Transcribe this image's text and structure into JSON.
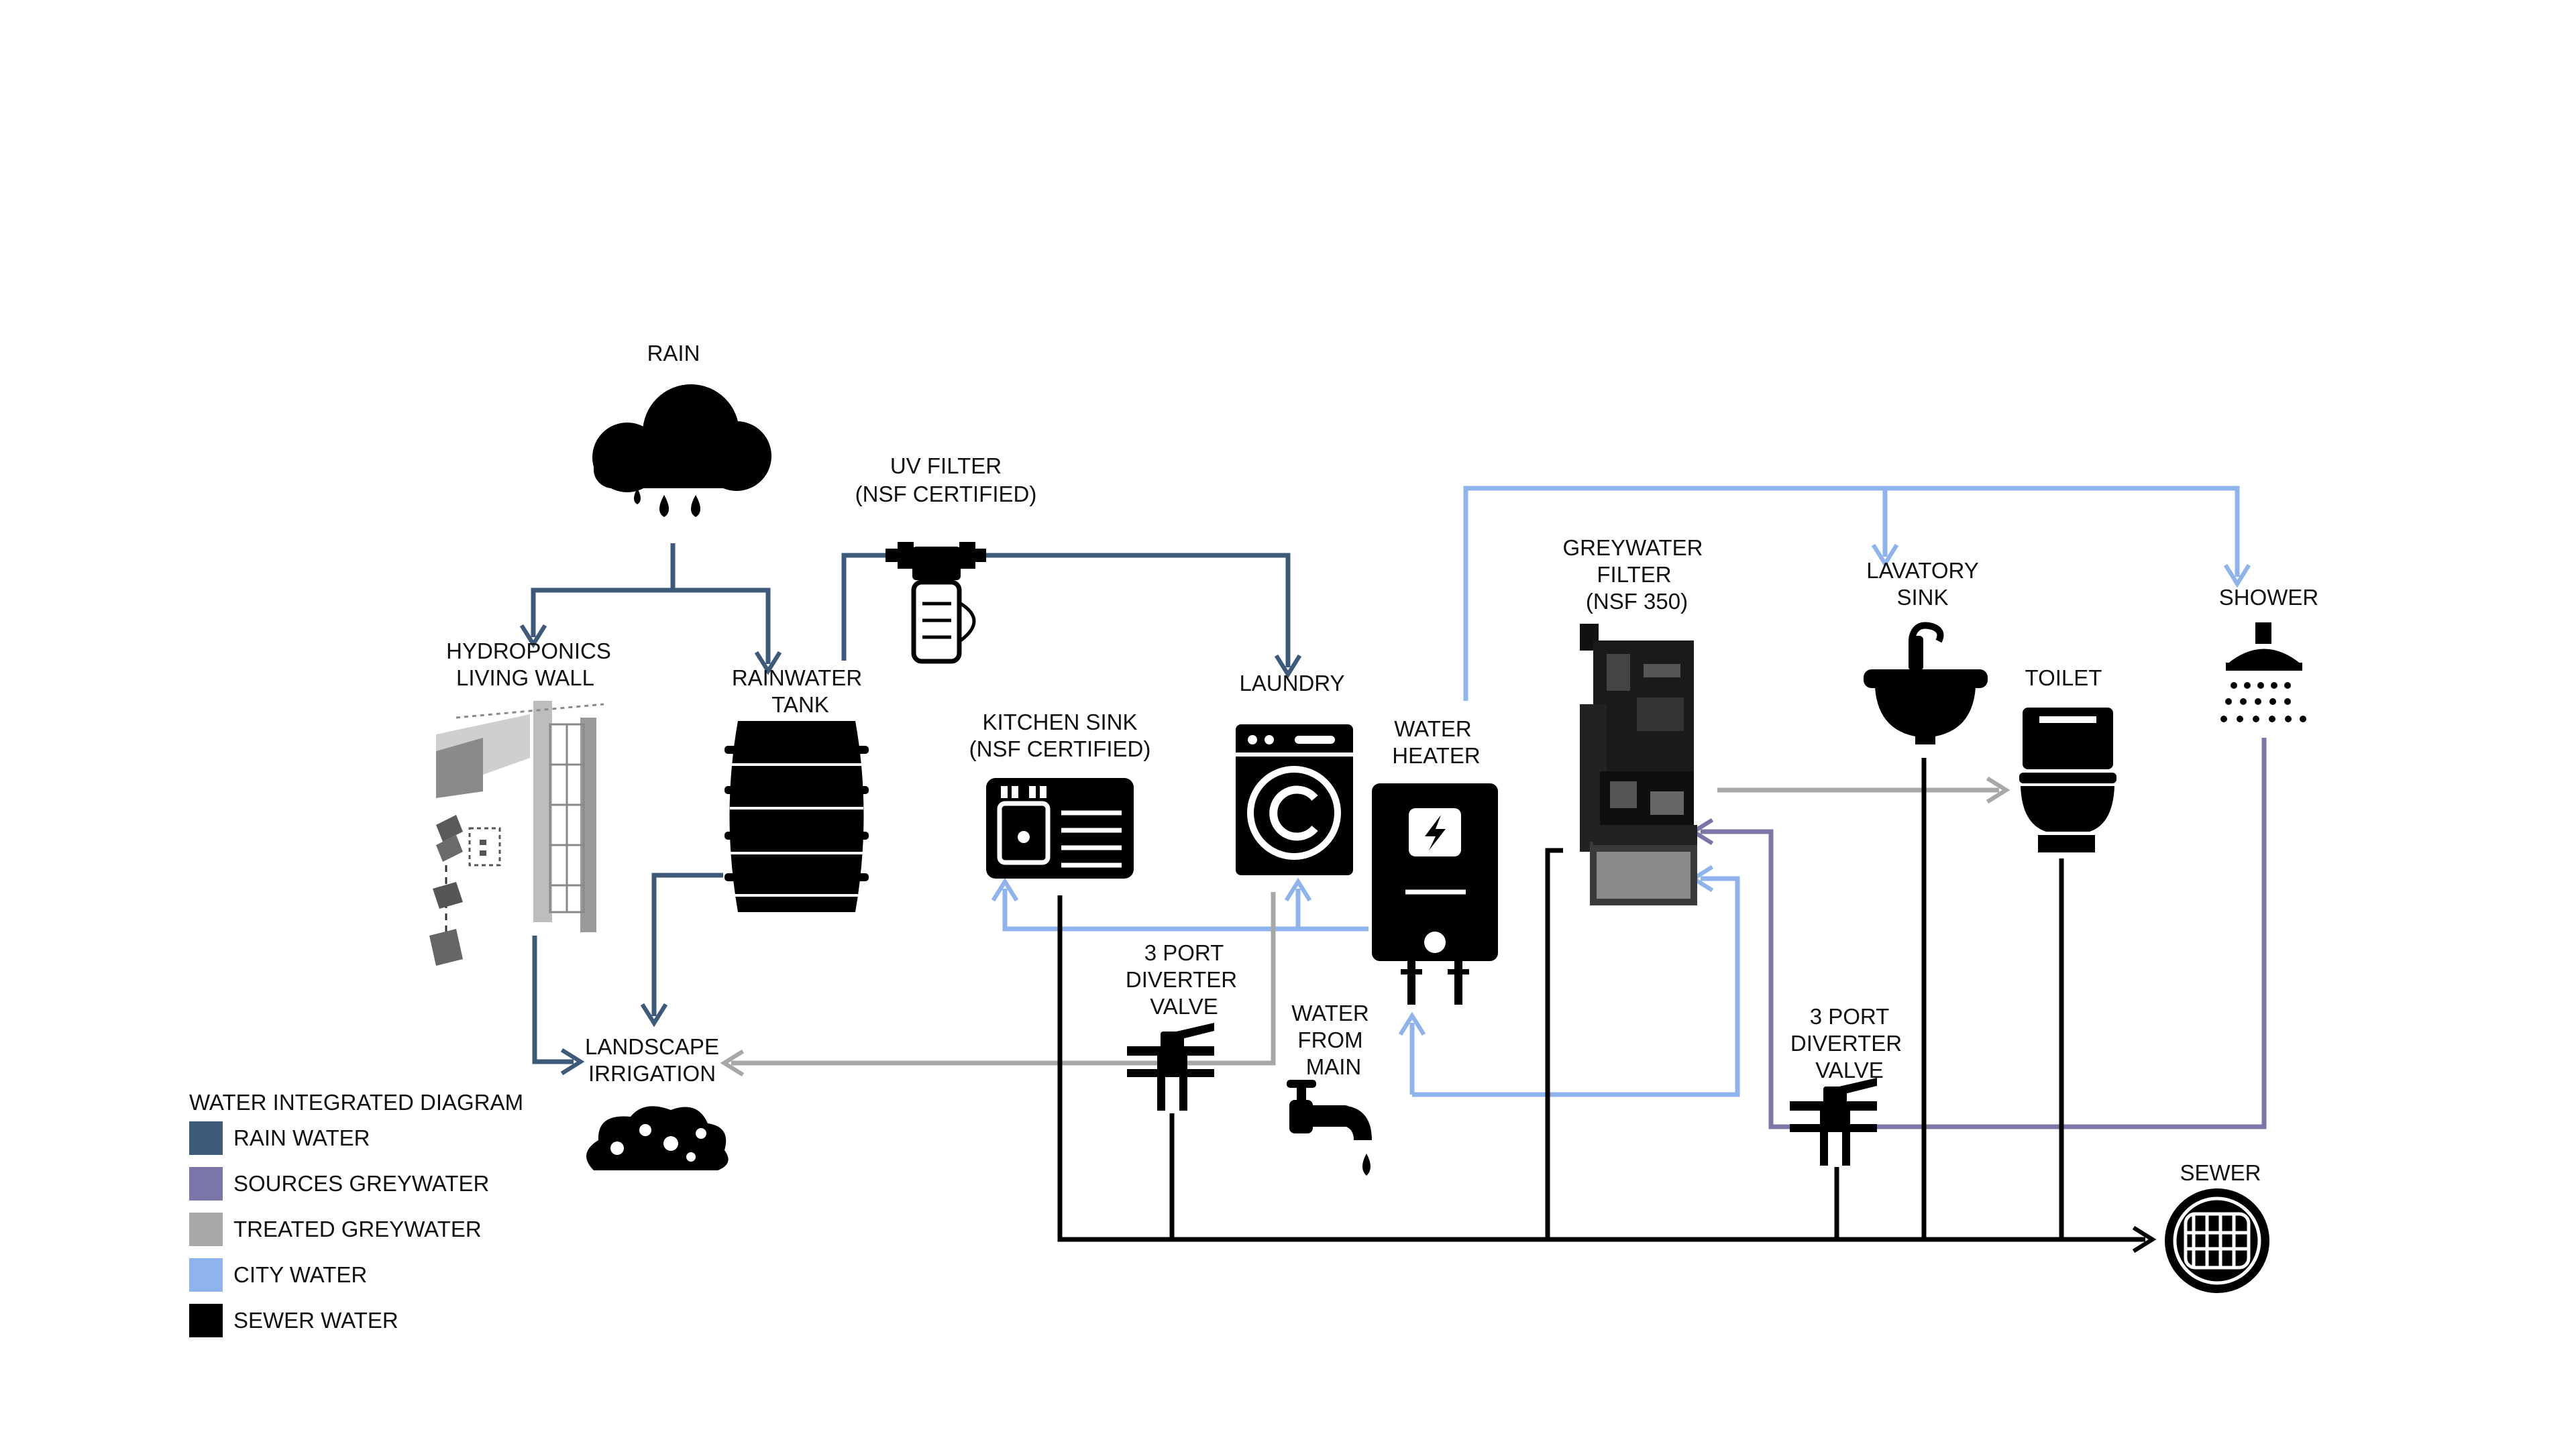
{
  "diagram": {
    "title": "WATER INTEGRATED DIAGRAM",
    "colors": {
      "rain": "#3d5a7a",
      "sources_grey": "#7b76a8",
      "treated_grey": "#a8a8a8",
      "city": "#8fb3ec",
      "sewer": "#000000"
    },
    "labels": {
      "rain": "RAIN",
      "uv_filter": [
        "UV FILTER",
        "(NSF CERTIFIED)"
      ],
      "hydroponics": [
        "HYDROPONICS",
        "LIVING WALL"
      ],
      "rainwater_tank": [
        "RAINWATER",
        "TANK"
      ],
      "kitchen_sink": [
        "KITCHEN SINK",
        "(NSF CERTIFIED)"
      ],
      "laundry": "LAUNDRY",
      "water_heater": [
        "WATER",
        "HEATER"
      ],
      "greywater_filter": [
        "GREYWATER",
        "FILTER",
        "(NSF 350)"
      ],
      "lavatory_sink": [
        "LAVATORY",
        "SINK"
      ],
      "toilet": "TOILET",
      "shower": "SHOWER",
      "diverter_1": [
        "3 PORT",
        "DIVERTER",
        "VALVE"
      ],
      "water_from_main": [
        "WATER",
        "FROM",
        "MAIN"
      ],
      "landscape_irrigation": [
        "LANDSCAPE",
        "IRRIGATION"
      ],
      "diverter_2": [
        "3 PORT",
        "DIVERTER",
        "VALVE"
      ],
      "sewer": "SEWER"
    },
    "legend": [
      {
        "label": "RAIN WATER",
        "color": "#3d5a7a"
      },
      {
        "label": "SOURCES GREYWATER",
        "color": "#7b76a8"
      },
      {
        "label": "TREATED GREYWATER",
        "color": "#a8a8a8"
      },
      {
        "label": "CITY WATER",
        "color": "#8fb3ec"
      },
      {
        "label": "SEWER WATER",
        "color": "#000000"
      }
    ],
    "icons": {
      "rain": "rain-cloud-icon",
      "uv_filter": "uv-filter-icon",
      "hydroponics": "living-wall-icon",
      "rainwater_tank": "barrel-tank-icon",
      "kitchen_sink": "kitchen-sink-icon",
      "laundry": "washing-machine-icon",
      "water_heater": "water-heater-icon",
      "greywater_filter": "greywater-filter-icon",
      "lavatory_sink": "lavatory-sink-icon",
      "toilet": "toilet-icon",
      "shower": "shower-head-icon",
      "diverter": "diverter-valve-icon",
      "faucet": "faucet-icon",
      "shrub": "shrub-icon",
      "sewer": "sewer-grate-icon"
    }
  }
}
